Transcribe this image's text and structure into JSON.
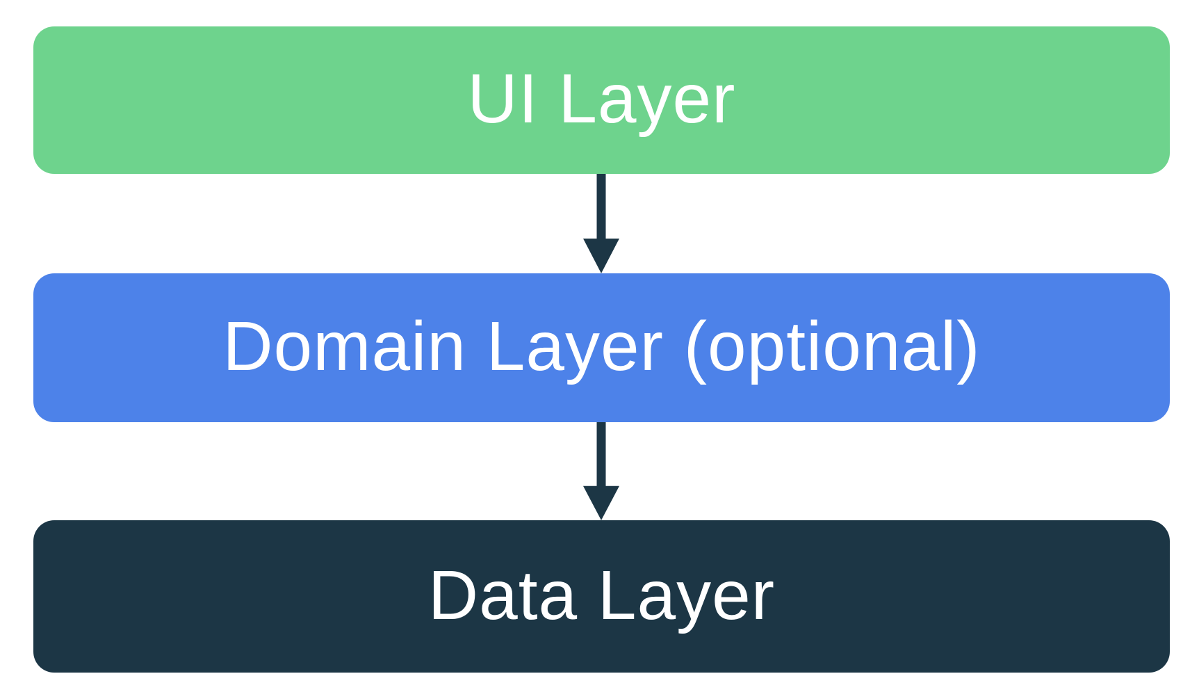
{
  "colors": {
    "background": "#FFFFFF",
    "layer-ui": "#6ED38D",
    "layer-domain": "#4D82E9",
    "layer-data": "#1C3645",
    "arrow": "#1C3645",
    "label-text": "#FFFFFF"
  },
  "diagram": {
    "type": "layered-architecture",
    "layers": [
      {
        "id": "ui",
        "label": "UI Layer",
        "fill": "#6ED38D",
        "text_color": "#FFFFFF"
      },
      {
        "id": "domain",
        "label": "Domain Layer (optional)",
        "fill": "#4D82E9",
        "text_color": "#FFFFFF"
      },
      {
        "id": "data",
        "label": "Data Layer",
        "fill": "#1C3645",
        "text_color": "#FFFFFF"
      }
    ],
    "connectors": [
      {
        "from": "UI Layer",
        "to": "Domain Layer (optional)",
        "direction": "down",
        "color": "#1C3645"
      },
      {
        "from": "Domain Layer (optional)",
        "to": "Data Layer",
        "direction": "down",
        "color": "#1C3645"
      }
    ]
  }
}
